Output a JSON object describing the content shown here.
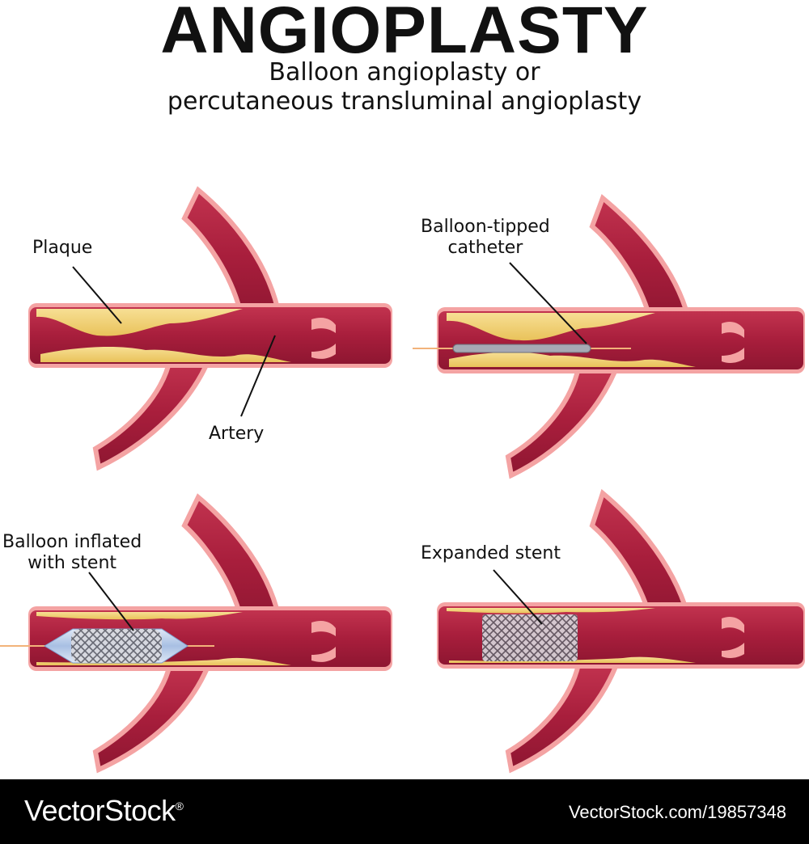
{
  "title": "ANGIOPLASTY",
  "subtitle": {
    "line1": "Balloon angioplasty or",
    "line2": "percutaneous transluminal angioplasty"
  },
  "panels": {
    "p1": {
      "label_plaque": "Plaque",
      "label_artery": "Artery"
    },
    "p2": {
      "label_line1": "Balloon-tipped",
      "label_line2": "catheter"
    },
    "p3": {
      "label_line1": "Balloon inflated",
      "label_line2": "with stent"
    },
    "p4": {
      "label": "Expanded stent"
    }
  },
  "footer": {
    "brand": "VectorStock",
    "brand_mark": "®",
    "url": "VectorStock.com/19857348"
  },
  "colors": {
    "artery": "#a81e3c",
    "artery_rim": "#f4a3a3",
    "plaque": "#f3d27a",
    "stent": "#bfbfc4",
    "balloon": "#b9cce8",
    "wire": "#f2b37a"
  }
}
